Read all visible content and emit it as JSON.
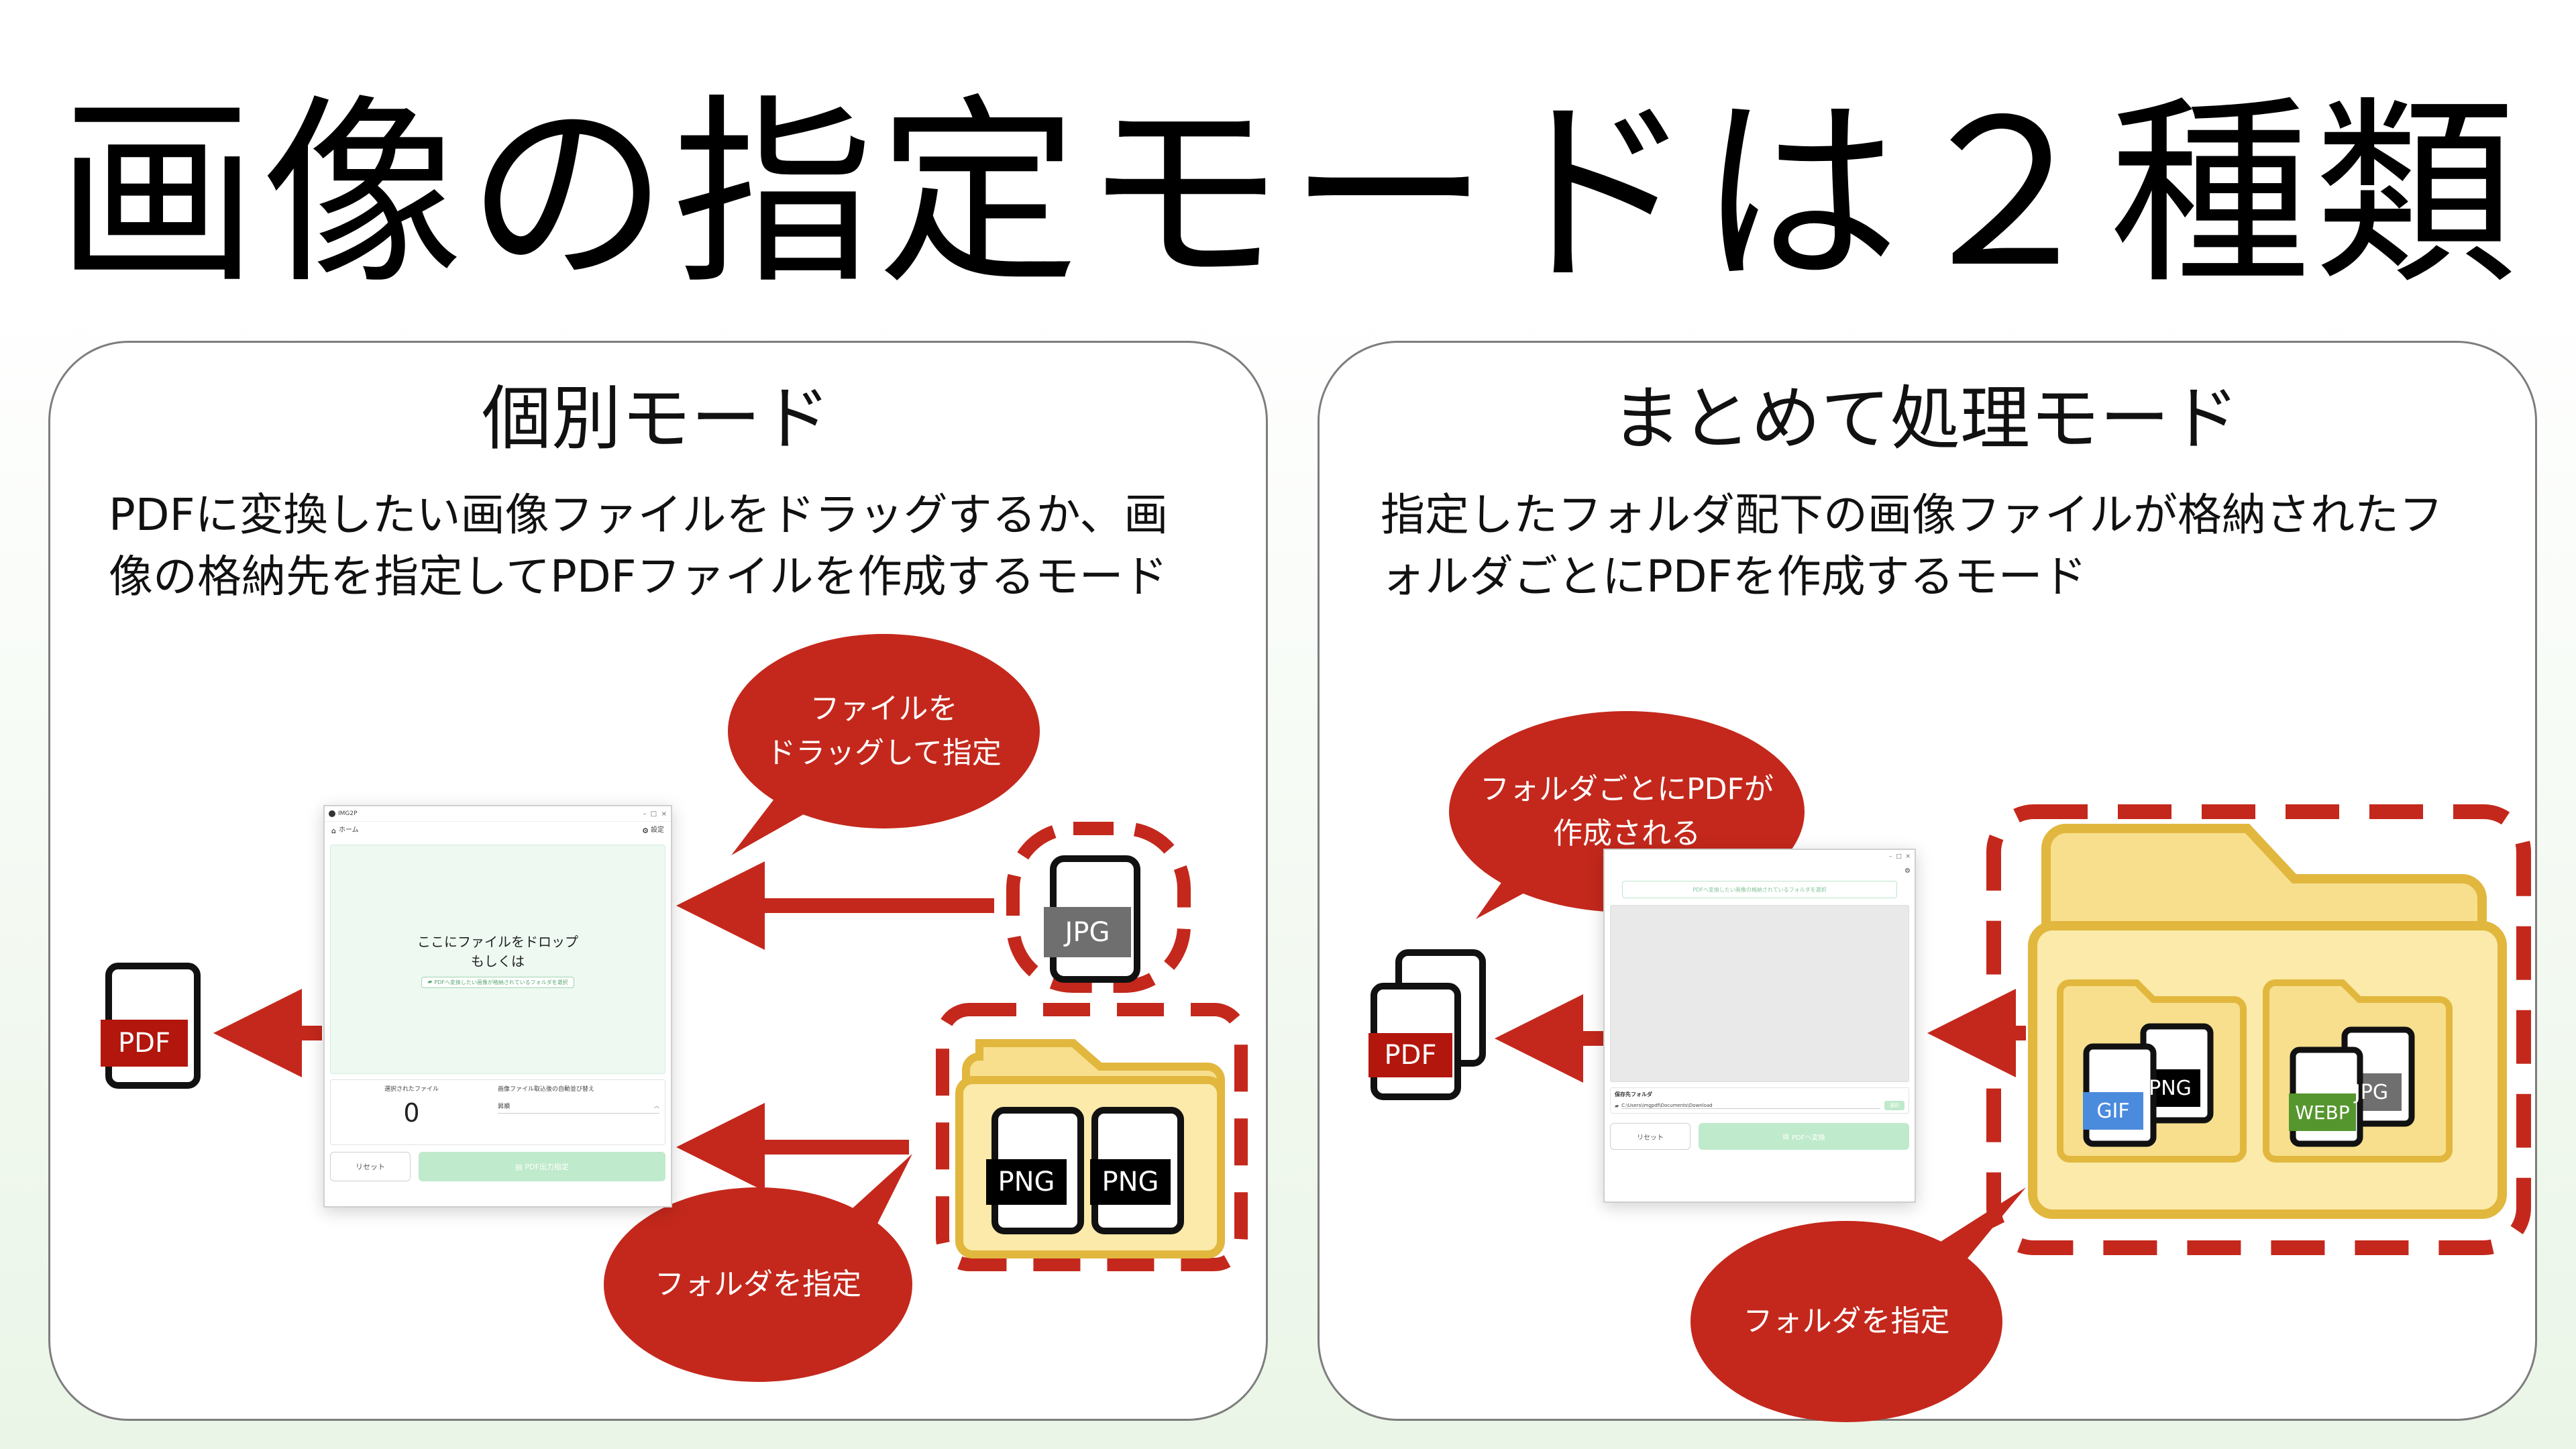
{
  "title": "画像の指定モードは２種類",
  "left_panel": {
    "heading": "個別モード",
    "description_lines": [
      "PDFに変換したい画像ファイルをドラッグするか、画",
      "像の格納先を指定してPDFファイルを作成するモード"
    ],
    "bubble_drag": [
      "ファイルを",
      "ドラッグして指定"
    ],
    "bubble_folder": "フォルダを指定",
    "file_labels": {
      "jpg": "JPG",
      "png1": "PNG",
      "png2": "PNG",
      "pdf": "PDF"
    },
    "app": {
      "window_title": "IMG2P",
      "home_label": "ホーム",
      "settings_label": "設定",
      "drop_text_line1": "ここにファイルをドロップ",
      "drop_text_line2": "もしくは",
      "folder_button": "PDFへ変換したい画像が格納されているフォルダを選択",
      "selected_files_label": "選択されたファイル",
      "selected_files_count": "0",
      "sort_label": "画像ファイル取込後の自動並び替え",
      "sort_value": "昇順",
      "reset_button": "リセット",
      "output_button": "PDF出力指定"
    }
  },
  "right_panel": {
    "heading": "まとめて処理モード",
    "description_lines": [
      "指定したフォルダ配下の画像ファイルが格納されたフ",
      "ォルダごとにPDFを作成するモード"
    ],
    "bubble_created": [
      "フォルダごとにPDFが",
      "作成される"
    ],
    "bubble_folder": "フォルダを指定",
    "file_labels": {
      "pdf": "PDF",
      "gif": "GIF",
      "png": "PNG",
      "webp": "WEBP",
      "jpg": "JPG"
    },
    "app": {
      "folder_button": "PDFへ変換したい画像の格納されているフォルダを選択",
      "save_folder_label": "保存先フォルダ",
      "save_folder_path": "C:\\Users\\imgpdf\\Documents\\Download",
      "browse_button": "選択",
      "reset_button": "リセット",
      "convert_button": "PDFへ変換"
    }
  },
  "colors": {
    "accent_red": "#c4281c",
    "folder_yellow": "#f9e49a",
    "folder_border": "#e2b73e",
    "app_green": "#bfeacb"
  }
}
